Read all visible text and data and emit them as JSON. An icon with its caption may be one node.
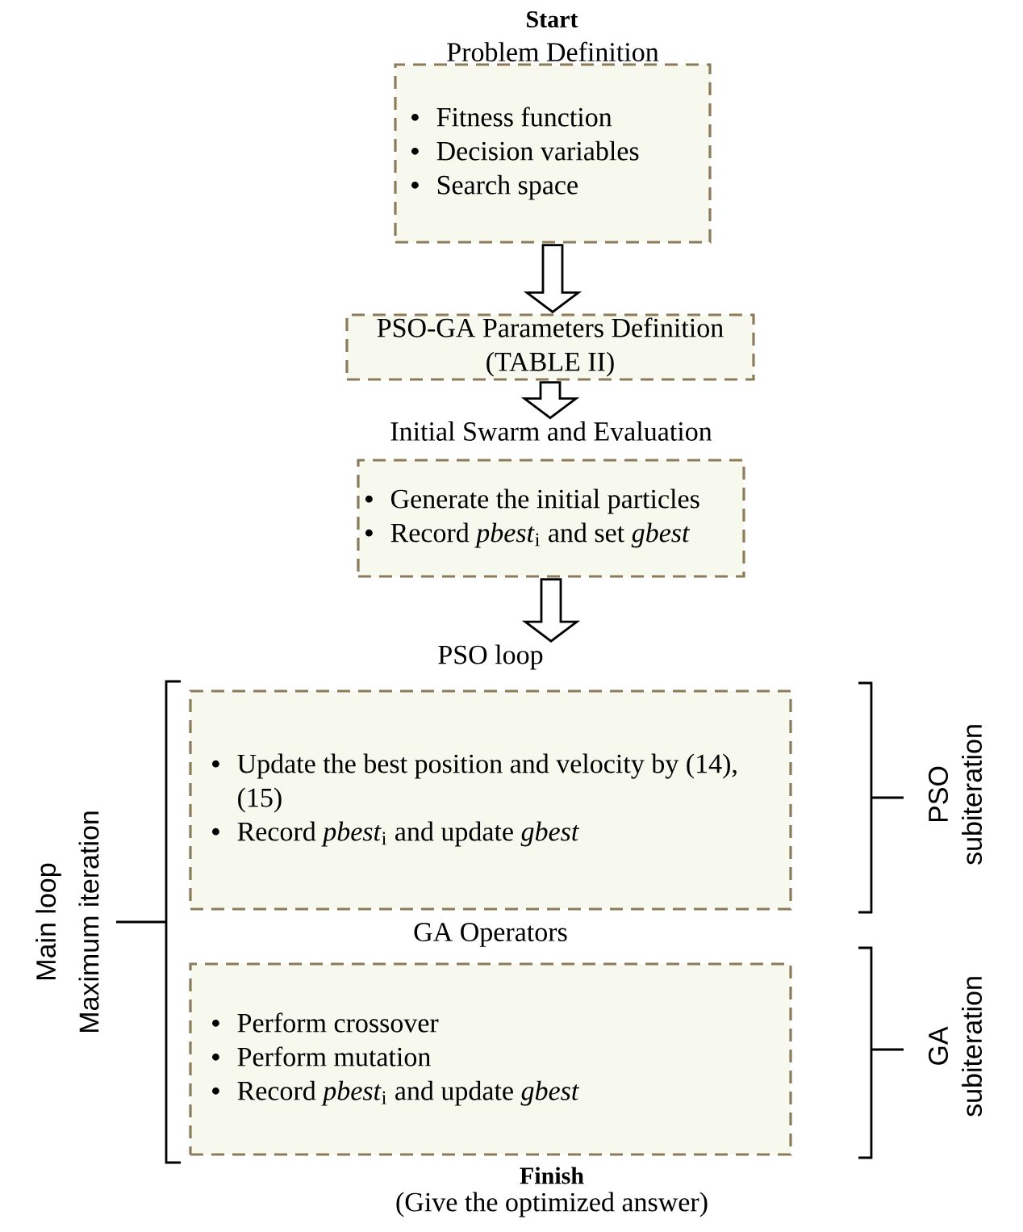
{
  "diagram": {
    "nodes": [
      {
        "text": [
          "Problem Definition",
          "Fitness function",
          "Decision variables",
          "Search space"
        ]
      },
      {
        "text": [
          "PSO-GA Parameters Definition (TABLE II)"
        ]
      },
      {
        "text": [
          "Initial Swarm and Evaluation",
          "Generate the initial particles",
          "Record *pbest*$_{i}$ and set *gbest*"
        ]
      },
      {
        "text": [
          "PSO loop",
          "Update the best position and velocity by (14), (15)",
          "Record *pbest*$_{i}$ and update *gbest*"
        ]
      },
      {
        "text": [
          "GA Operators",
          "Perform crossover",
          "Perform mutation",
          "Record *pbest*$_{i}$ and update *gbest*"
        ]
      }
    ],
    "edges": [
      {
        "from": 0,
        "to": 1,
        "arrow": "to"
      },
      {
        "from": 1,
        "to": 2,
        "arrow": "to"
      },
      {
        "from": 2,
        "to": 3,
        "arrow": "to"
      }
    ],
    "labels": [
      "Start",
      "Main loop",
      "Maximum iteration",
      "PSO subiteration",
      "GA subiteration",
      "Finish",
      "(Give the optimized answer)"
    ]
  }
}
